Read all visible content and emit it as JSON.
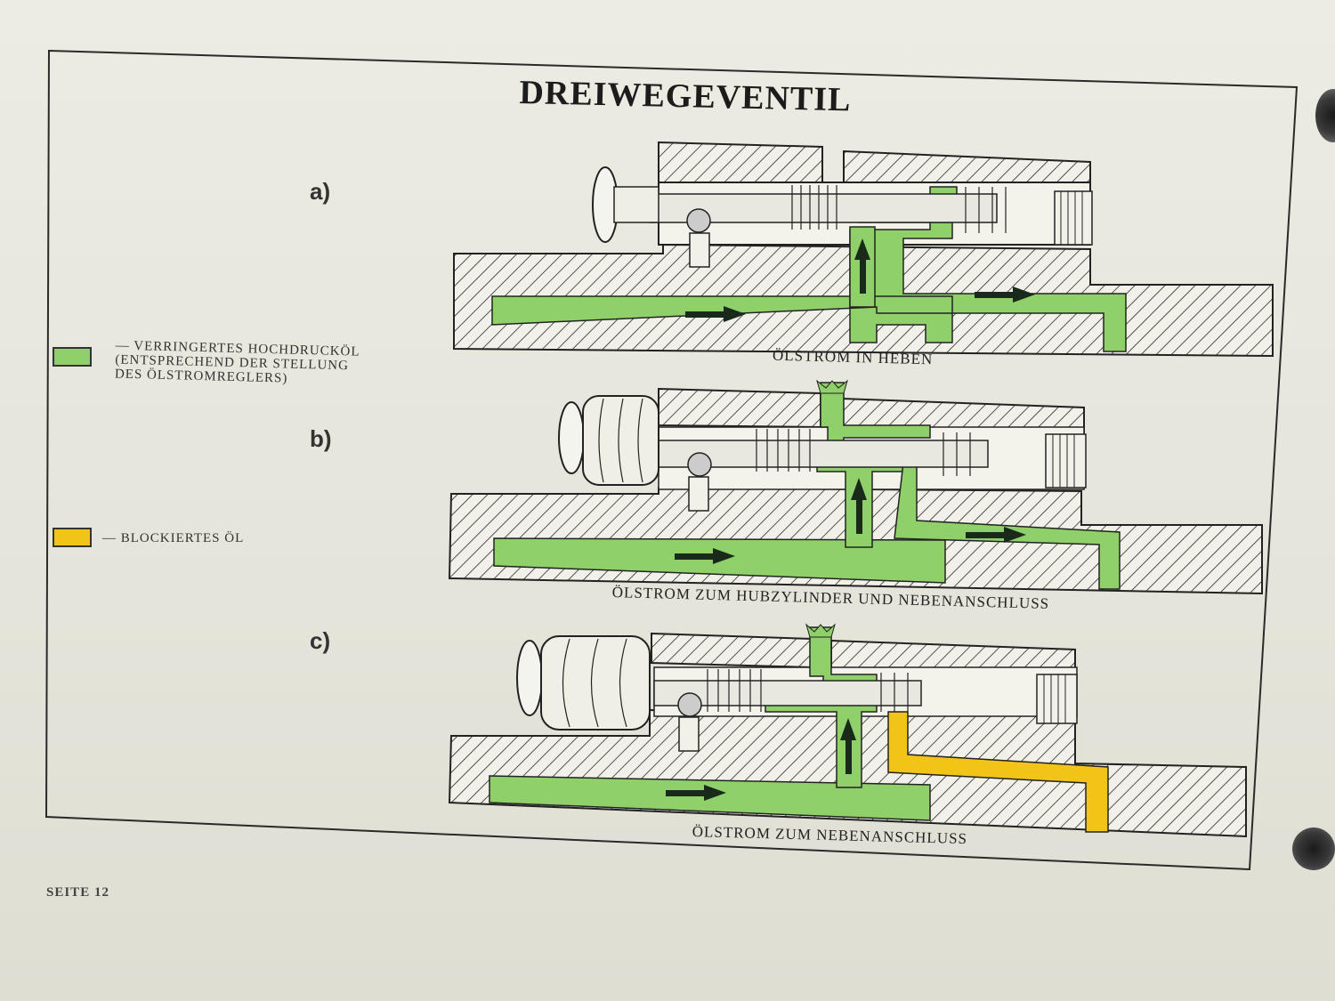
{
  "title": "DREIWEGEVENTIL",
  "panels": [
    {
      "label": "a)",
      "caption": "ÖLSTROM IN HEBEN"
    },
    {
      "label": "b)",
      "caption": "ÖLSTROM ZUM HUBZYLINDER UND NEBENANSCHLUSS"
    },
    {
      "label": "c)",
      "caption": "ÖLSTROM ZUM NEBENANSCHLUSS"
    }
  ],
  "legend": [
    {
      "color": "#8fd06a",
      "lines": [
        "— VERRINGERTES HOCHDRUCKÖL",
        "(ENTSPRECHEND DER STELLUNG",
        "DES ÖLSTROMREGLERS)"
      ]
    },
    {
      "color": "#f2c418",
      "lines": [
        "— BLOCKIERTES ÖL"
      ]
    }
  ],
  "page_number": "SEITE 12"
}
